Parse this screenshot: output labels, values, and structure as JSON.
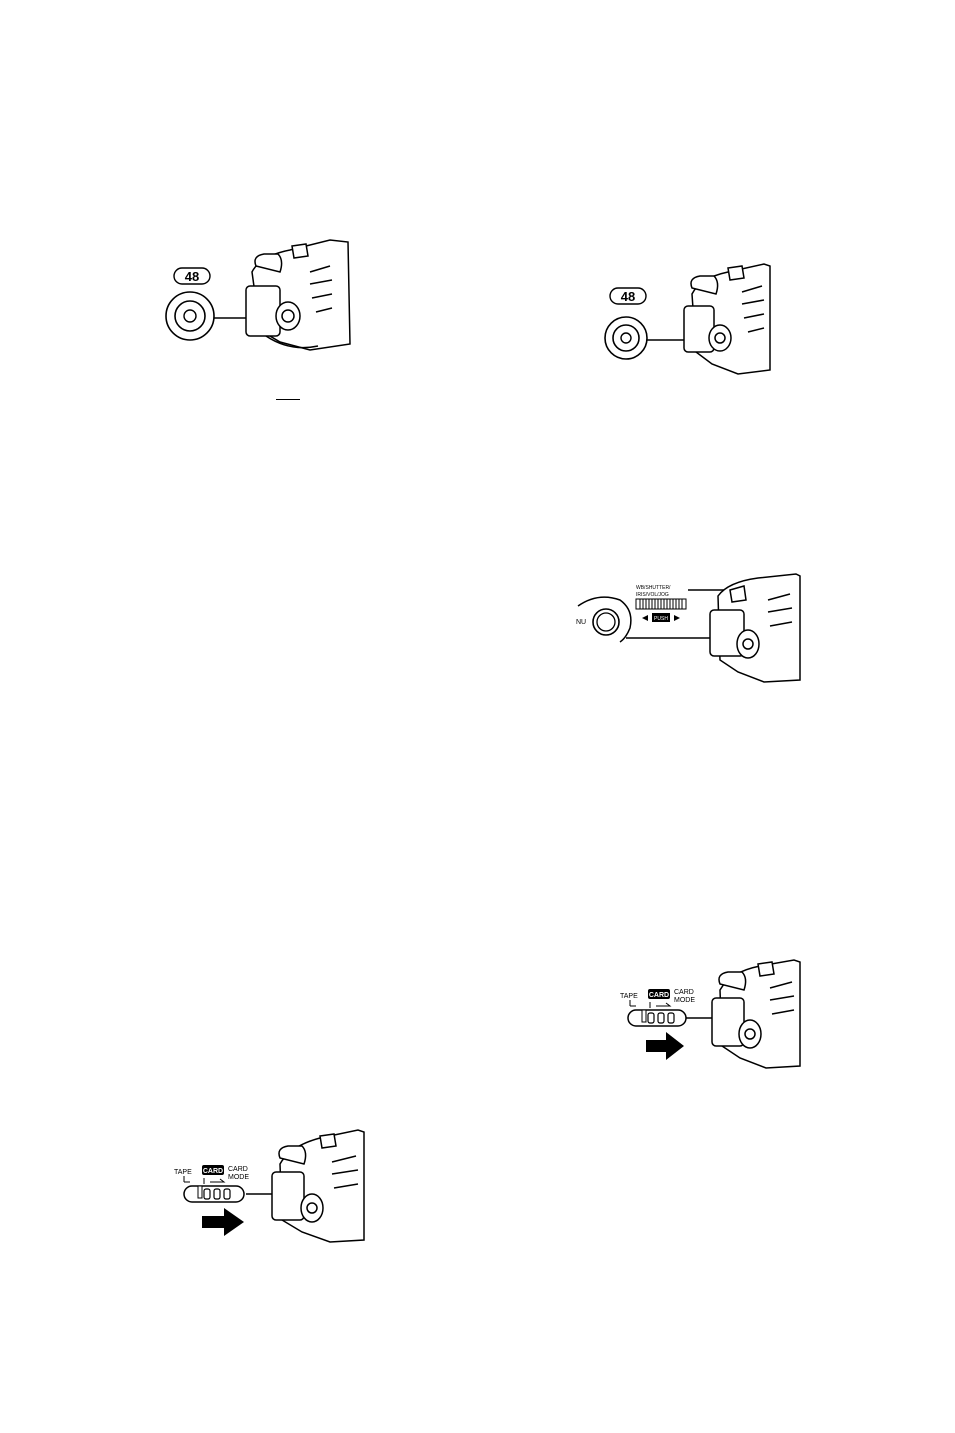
{
  "figures": {
    "menu_button_1": {
      "badge": "48"
    },
    "menu_button_2": {
      "badge": "48"
    },
    "dial": {
      "label_line1": "WB/SHUTTER/",
      "label_line2": "IRIS/VOL/JOG",
      "push_label": "PUSH",
      "menu_partial": "NU"
    },
    "mode_switch_1": {
      "tape": "TAPE",
      "card": "CARD",
      "card_mode_1": "CARD",
      "card_mode_2": "MODE"
    },
    "mode_switch_2": {
      "tape": "TAPE",
      "card": "CARD",
      "card_mode_1": "CARD",
      "card_mode_2": "MODE"
    }
  },
  "icons": [
    "camera-body-icon",
    "menu-button-icon",
    "arrow-right-icon",
    "slide-switch-icon",
    "jog-dial-icon"
  ]
}
